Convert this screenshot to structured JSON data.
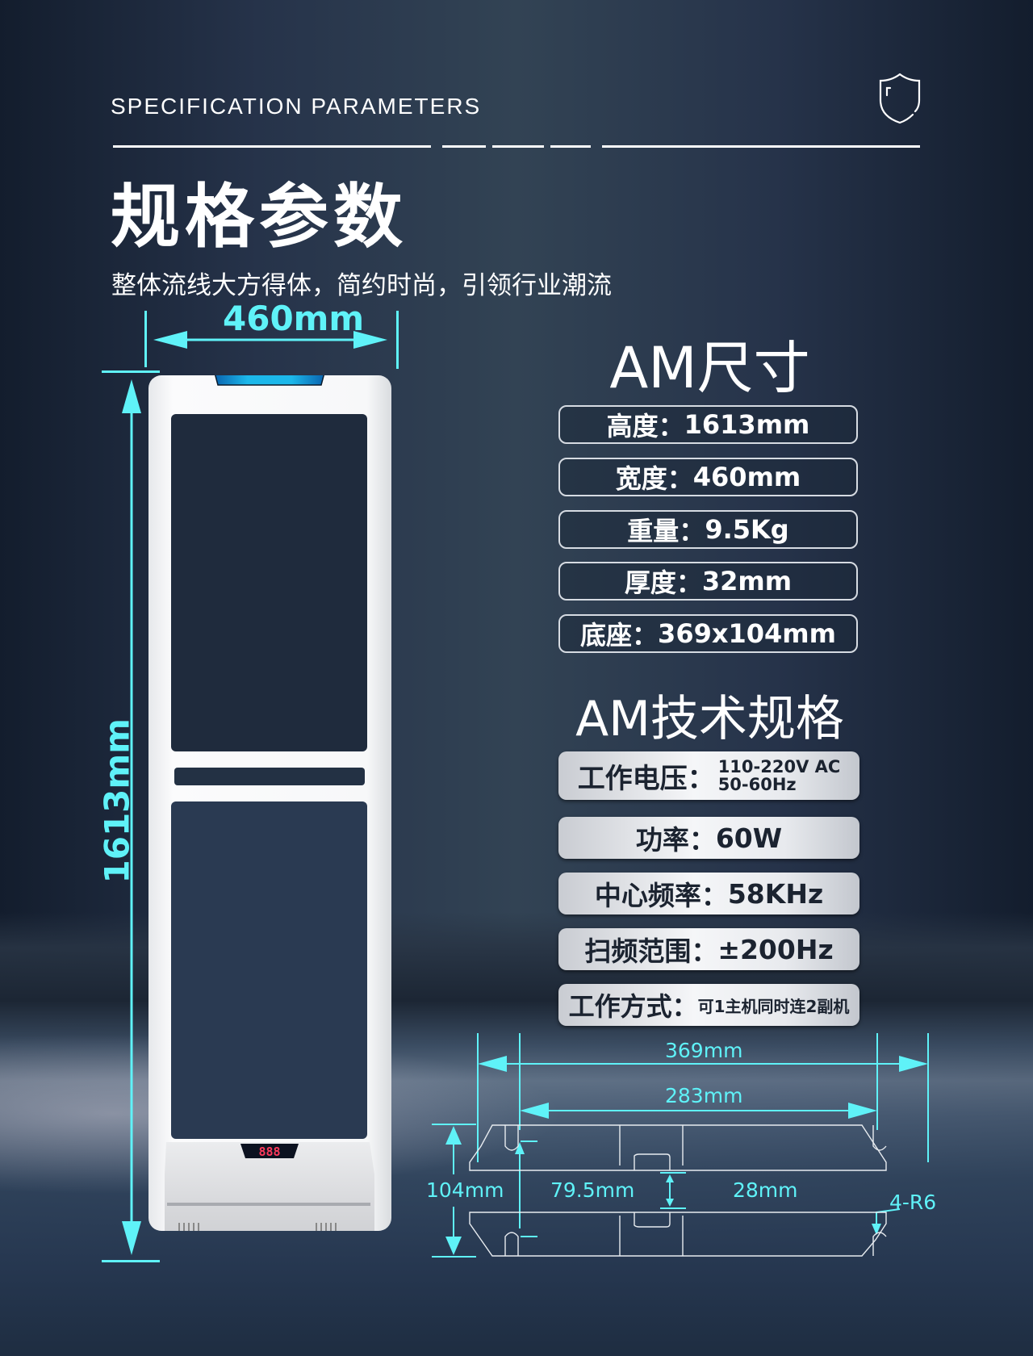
{
  "header": {
    "en_title": "SPECIFICATION PARAMETERS",
    "cn_title": "规格参数",
    "subtitle": "整体流线大方得体，简约时尚，引领行业潮流",
    "icon": "shield-icon"
  },
  "product_dimensions": {
    "width_label": "460mm",
    "height_label": "1613mm",
    "display_digits": "888"
  },
  "size_section": {
    "title": "AM尺寸",
    "items": [
      {
        "label": "高度：",
        "value": "1613mm"
      },
      {
        "label": "宽度：",
        "value": "460mm"
      },
      {
        "label": "重量：",
        "value": "9.5Kg"
      },
      {
        "label": "厚度：",
        "value": "32mm"
      },
      {
        "label": "底座：",
        "value": "369x104mm"
      }
    ]
  },
  "tech_section": {
    "title": "AM技术规格",
    "items": [
      {
        "label": "工作电压：",
        "value": "110-220V AC",
        "value2": "50-60Hz"
      },
      {
        "label": "功率：",
        "value": "60W"
      },
      {
        "label": "中心频率：",
        "value": "58KHz"
      },
      {
        "label": "扫频范围：",
        "value": "±200Hz"
      },
      {
        "label": "工作方式：",
        "value": "可1主机同时连2副机"
      }
    ]
  },
  "base_drawing": {
    "overall_width": "369mm",
    "inner_width": "283mm",
    "depth": "104mm",
    "hole_spacing": "79.5mm",
    "slot": "28mm",
    "radius": "4-R6"
  },
  "colors": {
    "accent_cyan": "#5ff2f8",
    "background_dark": "#1b2637",
    "pill_border": "#d6dbe2"
  }
}
